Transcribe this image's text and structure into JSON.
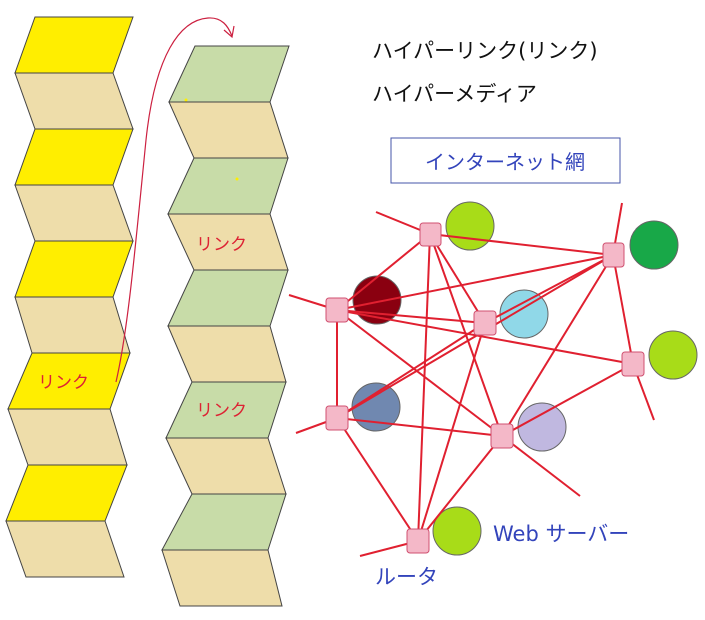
{
  "header": {
    "hyperlink_label": "ハイパーリンク(リンク)",
    "hypermedia_label": "ハイパーメディア"
  },
  "network": {
    "title": "インターネット網",
    "router_label": "ルータ",
    "server_label": "Web サーバー"
  },
  "left_strip": {
    "link_label": "リンク"
  },
  "right_strip": {
    "link_label_1": "リンク",
    "link_label_2": "リンク"
  },
  "colors": {
    "yellow_page": "#ffee00",
    "beige_page": "#eeddaa",
    "green_page": "#c8dca8",
    "router": "#f4b8c8",
    "link_line": "#e02030",
    "arrow": "#cc2040",
    "title_text": "#3344bb",
    "server_lime": "#a8dc18",
    "server_green": "#18a848",
    "server_darkred": "#8a0010",
    "server_lightblue": "#90d8e8",
    "server_slate": "#7088b0",
    "server_lavender": "#c0b8e0"
  }
}
